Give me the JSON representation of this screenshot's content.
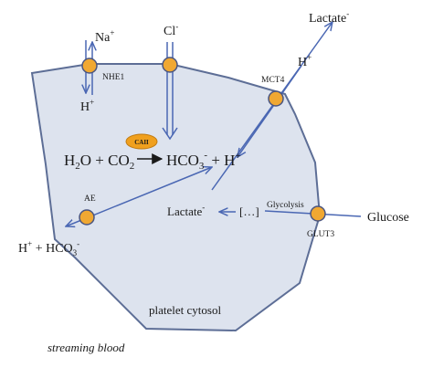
{
  "diagram": {
    "ions": {
      "na": "Na",
      "na_sup": "+",
      "h_nhe": "H",
      "h_nhe_sup": "+",
      "cl": "Cl",
      "cl_sup": "-",
      "lactate_out": "Lactate",
      "lactate_out_sup": "-",
      "h_mct": "H",
      "h_mct_sup": "+",
      "glucose": "Glucose",
      "h_ae": "H",
      "h_ae_sup": "+",
      "hco3_ae_a": " + HCO",
      "hco3_ae_sub": "3",
      "hco3_ae_sup": "-",
      "lactate_in": "Lactate",
      "lactate_in_sup": "-",
      "ellipsis": "[…]"
    },
    "transporters": {
      "nhe1": "NHE1",
      "mct4": "MCT4",
      "ae": "AE",
      "glut3": "GLUT3"
    },
    "enzyme": "CAII",
    "reaction": {
      "h2o_a": "H",
      "h2o_sub": "2",
      "h2o_b": "O + CO",
      "co2_sub": "2",
      "hco3_a": "HCO",
      "hco3_sub": "3",
      "hco3_sup": "-",
      "plus_h": " + H",
      "plus_h_sup": "+"
    },
    "pathway": "Glycolysis",
    "regions": {
      "cytosol": "platelet cytosol",
      "blood": "streaming blood"
    },
    "colors": {
      "cell_fill": "#dde3ee",
      "membrane": "#5d6e96",
      "transporter": "#f0a832",
      "transporter_stroke": "#4a5580",
      "arrow": "#4a67b3",
      "enzyme": "#f0a01e",
      "text": "#1a1a1a"
    }
  }
}
